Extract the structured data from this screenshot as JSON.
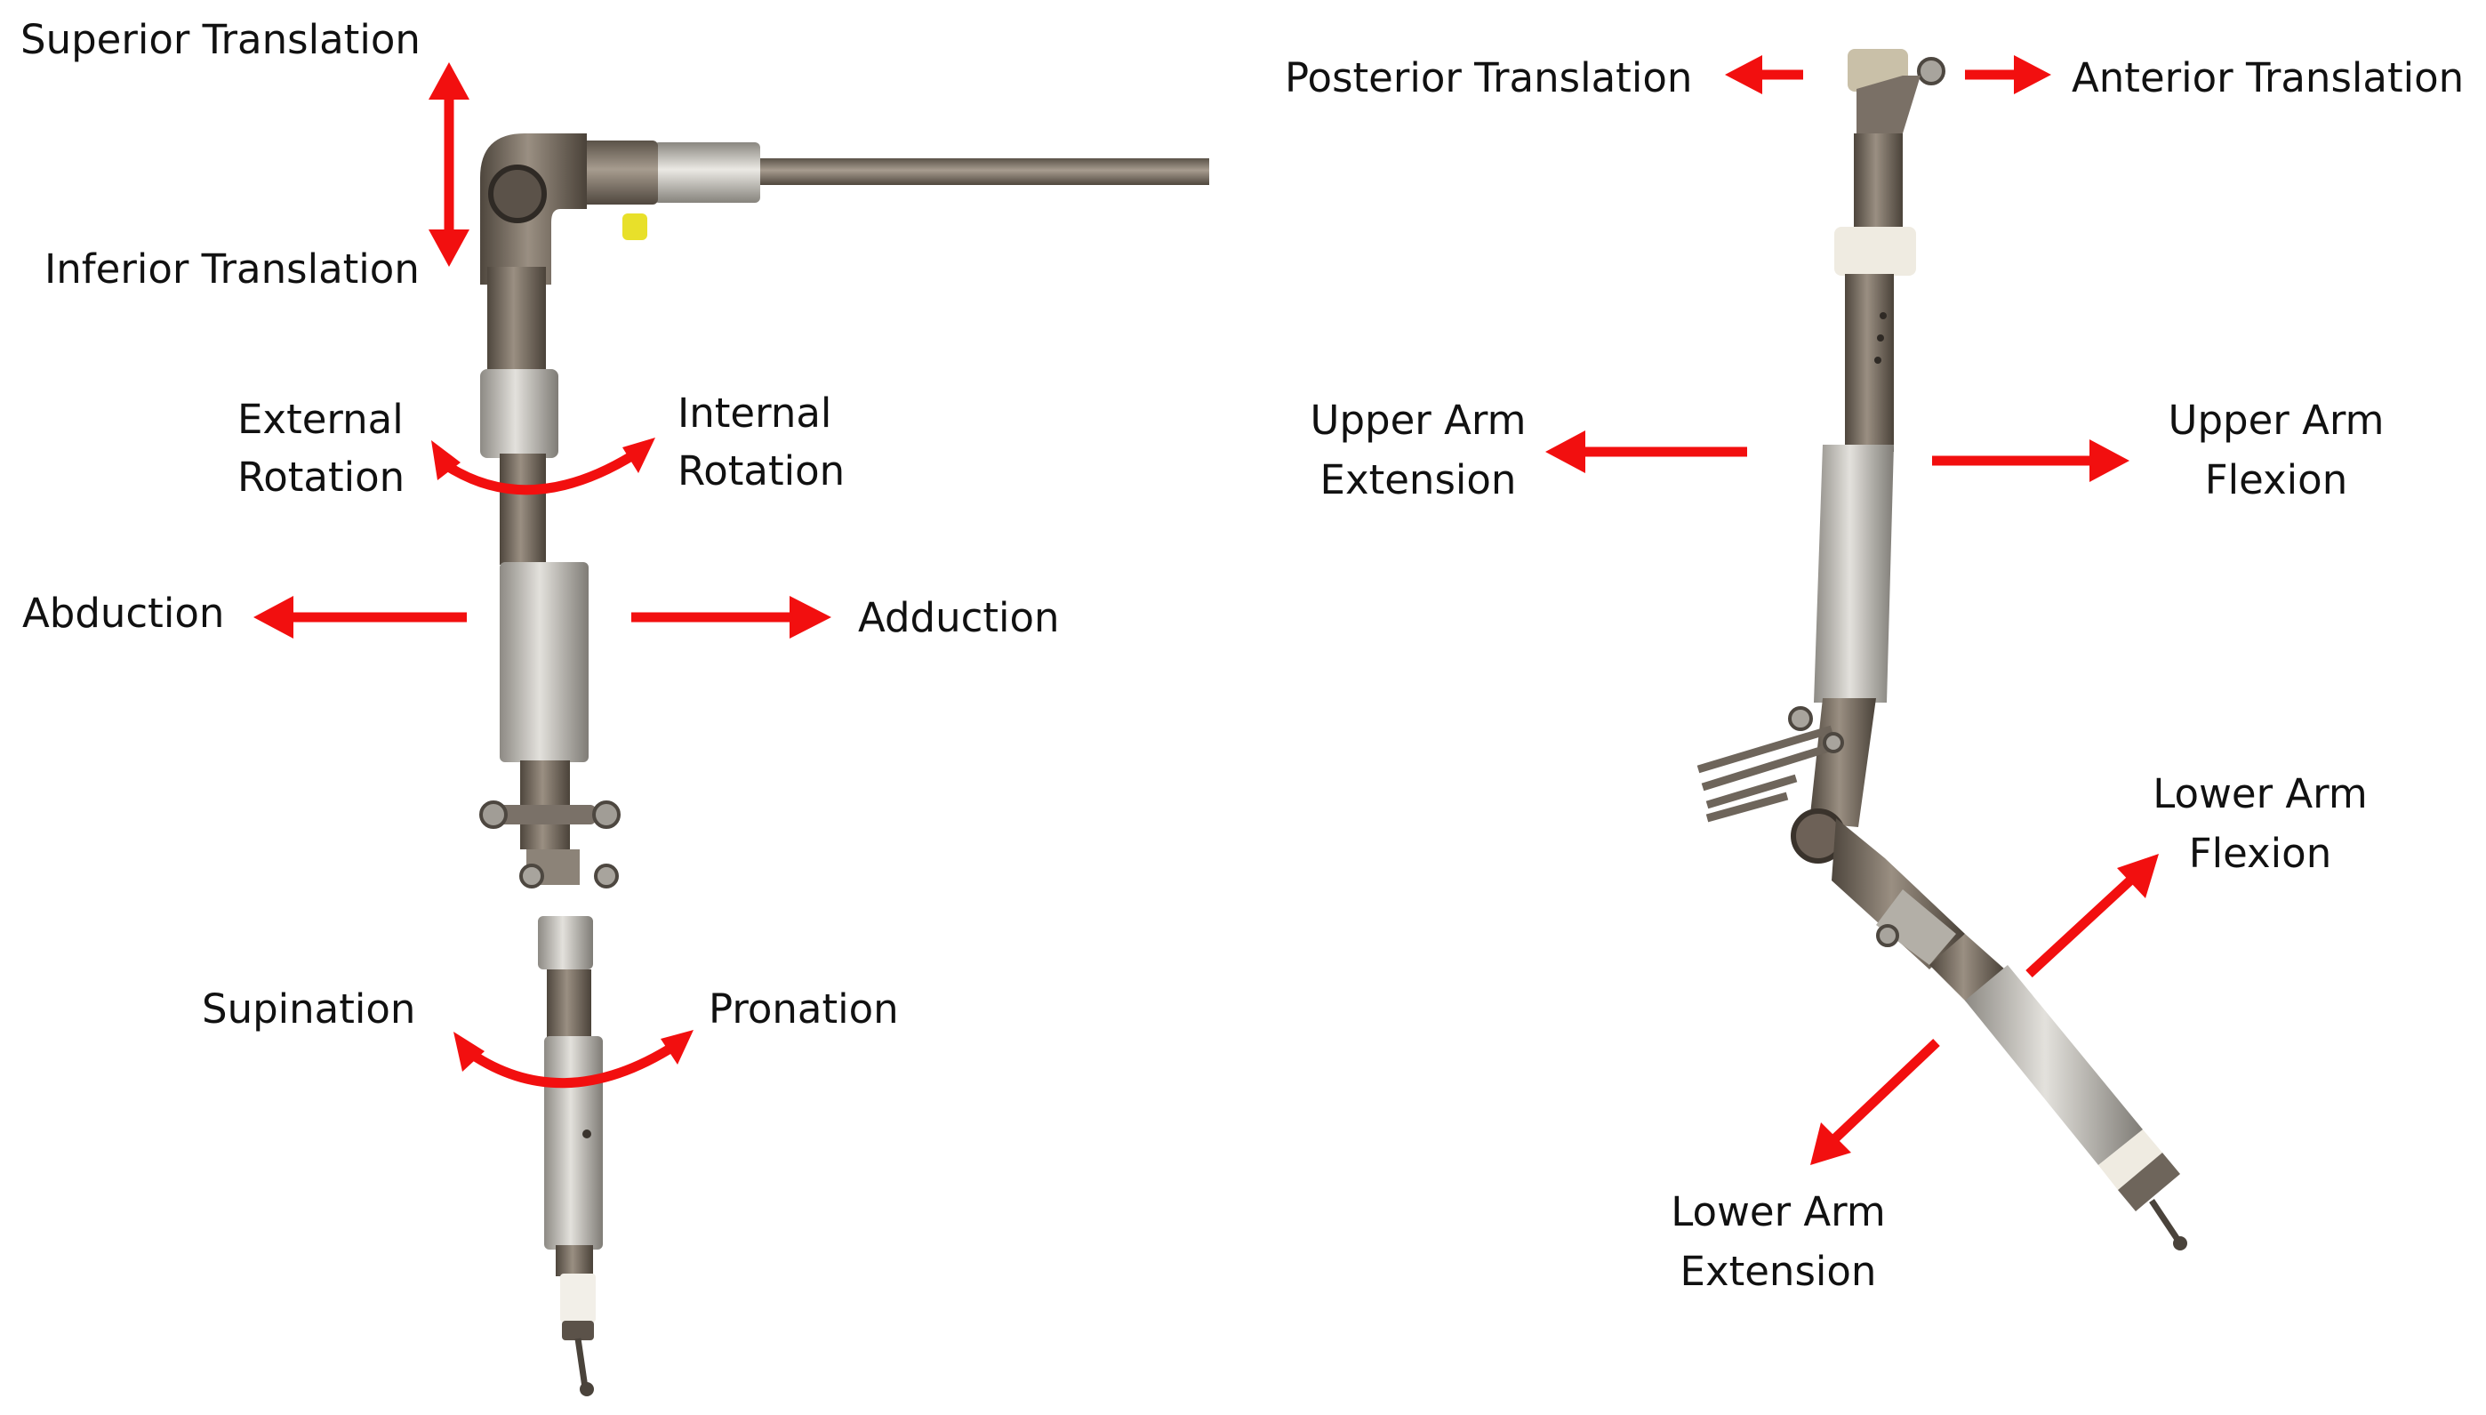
{
  "colors": {
    "arrow": "#f20f0f",
    "text": "#111111",
    "background": "#ffffff",
    "metal_dark": "#6e6459",
    "metal_light": "#c9c7c2",
    "accent_yellow": "#e8e02a"
  },
  "left_device": {
    "labels": {
      "superior_translation": "Superior Translation",
      "inferior_translation": "Inferior Translation",
      "external_rotation_1": "External",
      "external_rotation_2": "Rotation",
      "internal_rotation_1": "Internal",
      "internal_rotation_2": "Rotation",
      "abduction": "Abduction",
      "adduction": "Adduction",
      "supination": "Supination",
      "pronation": "Pronation"
    }
  },
  "right_device": {
    "labels": {
      "posterior_translation": "Posterior Translation",
      "anterior_translation": "Anterior Translation",
      "upper_arm_extension_1": "Upper Arm",
      "upper_arm_extension_2": "Extension",
      "upper_arm_flexion_1": "Upper Arm",
      "upper_arm_flexion_2": "Flexion",
      "lower_arm_flexion_1": "Lower Arm",
      "lower_arm_flexion_2": "Flexion",
      "lower_arm_extension_1": "Lower Arm",
      "lower_arm_extension_2": "Extension"
    }
  }
}
